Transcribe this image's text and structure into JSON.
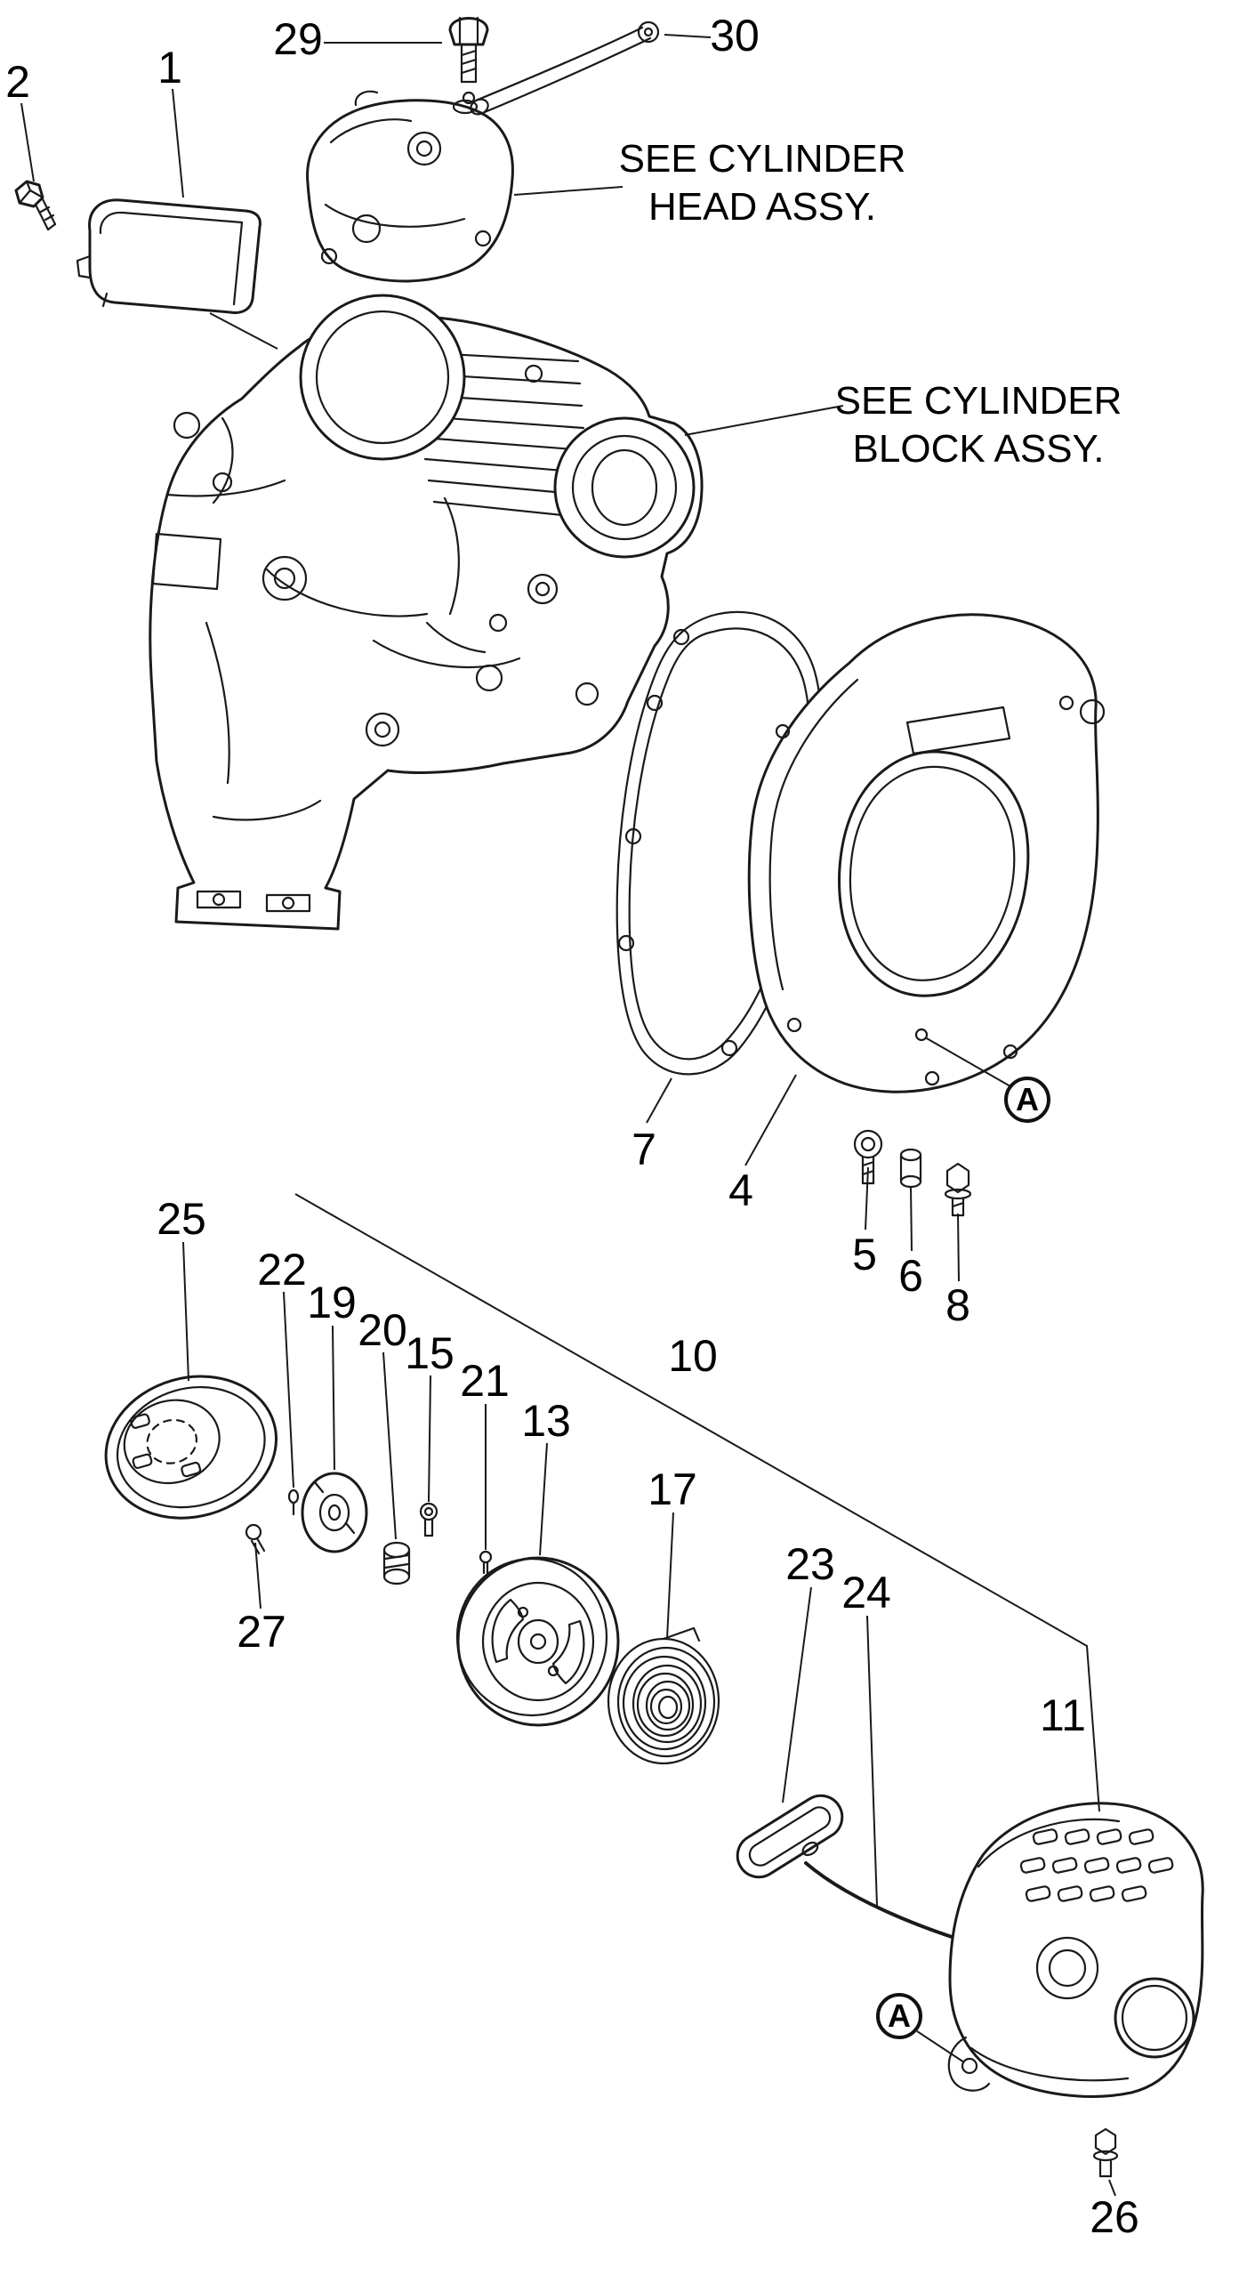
{
  "diagram": {
    "type": "exploded-parts-diagram",
    "subject": "engine cylinder head cover, cylinder block, fan cover and recoil starter",
    "annotations": {
      "head_assy": {
        "line1": "SEE CYLINDER",
        "line2": "HEAD ASSY."
      },
      "block_assy": {
        "line1": "SEE CYLINDER",
        "line2": "BLOCK ASSY."
      }
    },
    "view_markers": {
      "top": "A",
      "bottom": "A"
    },
    "callouts": {
      "n1": "1",
      "n2": "2",
      "n4": "4",
      "n5": "5",
      "n6": "6",
      "n7": "7",
      "n8": "8",
      "n10": "10",
      "n11": "11",
      "n13": "13",
      "n15": "15",
      "n17": "17",
      "n19": "19",
      "n20": "20",
      "n21": "21",
      "n22": "22",
      "n23": "23",
      "n24": "24",
      "n25": "25",
      "n26": "26",
      "n27": "27",
      "n29": "29",
      "n30": "30"
    },
    "colors": {
      "line": "#1a1a1a",
      "background": "#ffffff"
    }
  }
}
